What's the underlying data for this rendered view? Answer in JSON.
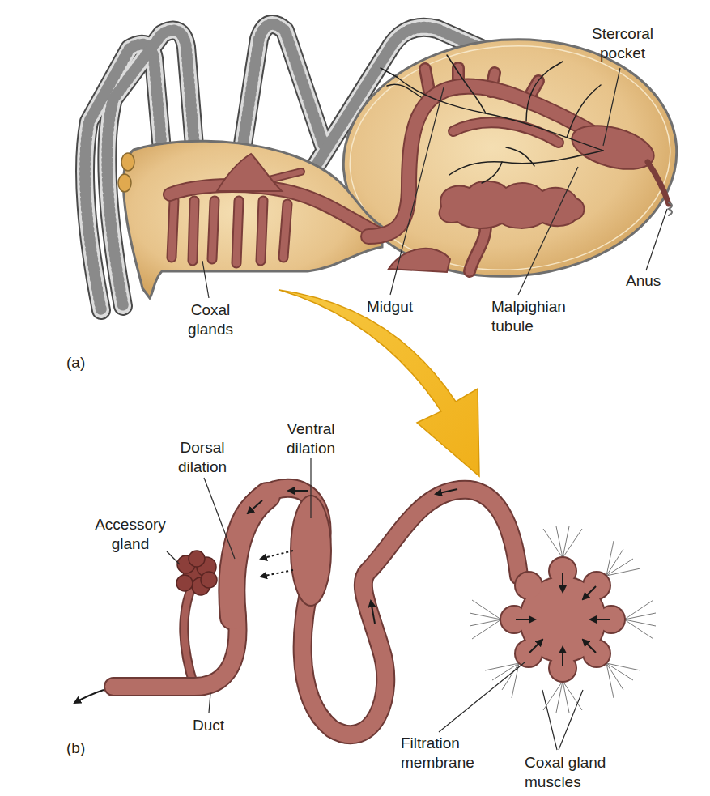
{
  "diagram": {
    "labels": [
      "Stercoral pocket",
      "Coxal glands",
      "Midgut",
      "Malpighian tubule",
      "Anus",
      "(a)",
      "Dorsal dilation",
      "Ventral dilation",
      "Accessory gland",
      "Duct",
      "Filtration membrane",
      "Coxal gland muscles",
      "(b)"
    ]
  }
}
